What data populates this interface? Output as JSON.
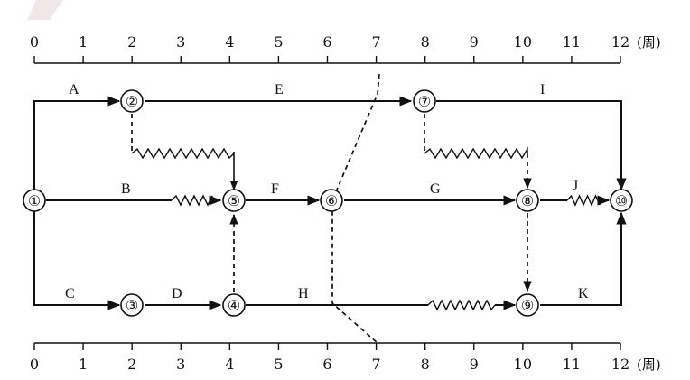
{
  "axis": {
    "ticks": [
      "0",
      "1",
      "2",
      "3",
      "4",
      "5",
      "6",
      "7",
      "8",
      "9",
      "10",
      "11",
      "12"
    ],
    "unit": "(周)"
  },
  "nodes": [
    {
      "id": "n1",
      "label": "①"
    },
    {
      "id": "n2",
      "label": "②"
    },
    {
      "id": "n3",
      "label": "③"
    },
    {
      "id": "n4",
      "label": "④"
    },
    {
      "id": "n5",
      "label": "⑤"
    },
    {
      "id": "n6",
      "label": "⑥"
    },
    {
      "id": "n7",
      "label": "⑦"
    },
    {
      "id": "n8",
      "label": "⑧"
    },
    {
      "id": "n9",
      "label": "⑨"
    },
    {
      "id": "n10",
      "label": "⑩"
    }
  ],
  "activities": [
    {
      "label": "A",
      "from": "n1",
      "to": "n2"
    },
    {
      "label": "E",
      "from": "n2",
      "to": "n7"
    },
    {
      "label": "I",
      "from": "n7",
      "to": "n10"
    },
    {
      "label": "B",
      "from": "n1",
      "to": "n5"
    },
    {
      "label": "F",
      "from": "n5",
      "to": "n6"
    },
    {
      "label": "G",
      "from": "n6",
      "to": "n8"
    },
    {
      "label": "J",
      "from": "n8",
      "to": "n10"
    },
    {
      "label": "C",
      "from": "n1",
      "to": "n3"
    },
    {
      "label": "D",
      "from": "n3",
      "to": "n4"
    },
    {
      "label": "H",
      "from": "n4",
      "to": "n9"
    },
    {
      "label": "K",
      "from": "n9",
      "to": "n10"
    }
  ],
  "colors": {
    "line": "#111111",
    "background": "#ffffff",
    "watermark": "#f1e7e7"
  }
}
